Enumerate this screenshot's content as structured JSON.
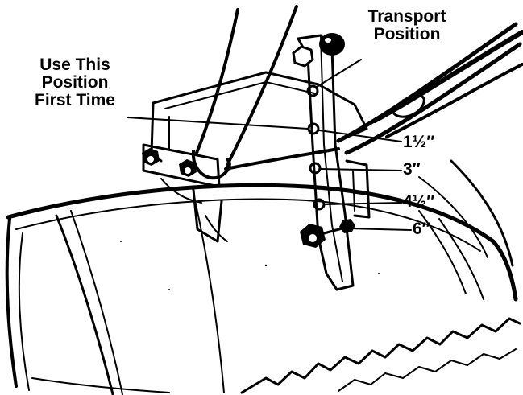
{
  "labels": {
    "transport_position": [
      "Transport",
      "Position"
    ],
    "use_this_position": [
      "Use This",
      "Position",
      "First Time"
    ],
    "depth_1_5": "1½″",
    "depth_3": "3″",
    "depth_4_5": "4½″",
    "depth_6": "6″"
  },
  "colors": {
    "ink": "#000000",
    "paper": "#ffffff"
  }
}
